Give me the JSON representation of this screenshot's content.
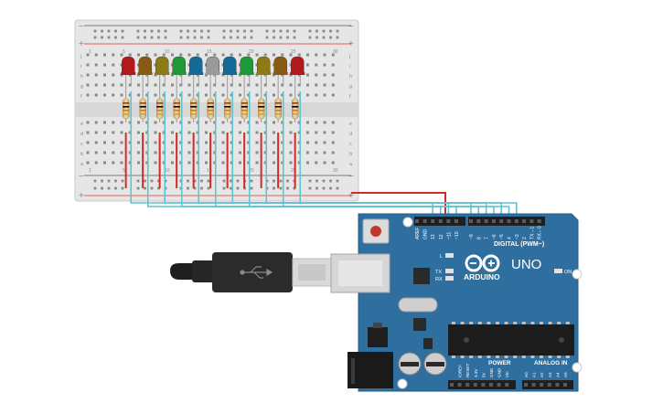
{
  "breadboard": {
    "rail_signs": {
      "minus": "−",
      "plus": "+"
    },
    "row_labels_top": [
      "j",
      "i",
      "h",
      "g",
      "f"
    ],
    "row_labels_bottom": [
      "e",
      "d",
      "c",
      "b",
      "a"
    ],
    "col_numbers_visible": [
      "1",
      "5",
      "10",
      "15",
      "20",
      "25",
      "30"
    ],
    "led_colors": [
      "#b3191b",
      "#8a5a14",
      "#8e7a14",
      "#1d9a35",
      "#146a96",
      "#9a9a9a",
      "#146a96",
      "#1d9a35",
      "#8e7a14",
      "#8a5a14",
      "#b3191b"
    ]
  },
  "arduino": {
    "brand": "ARDUINO",
    "model": "UNO",
    "digital_label": "DIGITAL (PWM~)",
    "power_label": "POWER",
    "analog_label": "ANALOG IN",
    "on_label": "ON",
    "led_labels": [
      "L",
      "TX",
      "RX"
    ],
    "top_pin_labels": [
      "AREF",
      "GND",
      "13",
      "12",
      "~11",
      "~10",
      "~9",
      "8",
      "7",
      "~6",
      "~5",
      "4",
      "~3",
      "2",
      "TX→1",
      "RX←0"
    ],
    "power_pin_labels": [
      "IOREF",
      "RESET",
      "3.3V",
      "5V",
      "GND",
      "GND",
      "Vin"
    ],
    "analog_pin_labels": [
      "A0",
      "A1",
      "A2",
      "A3",
      "A4",
      "A5"
    ],
    "board_color": "#2e6fa0"
  },
  "wires": {
    "power_color": "#d42a2a",
    "signal_color": "#5fc4cf"
  }
}
